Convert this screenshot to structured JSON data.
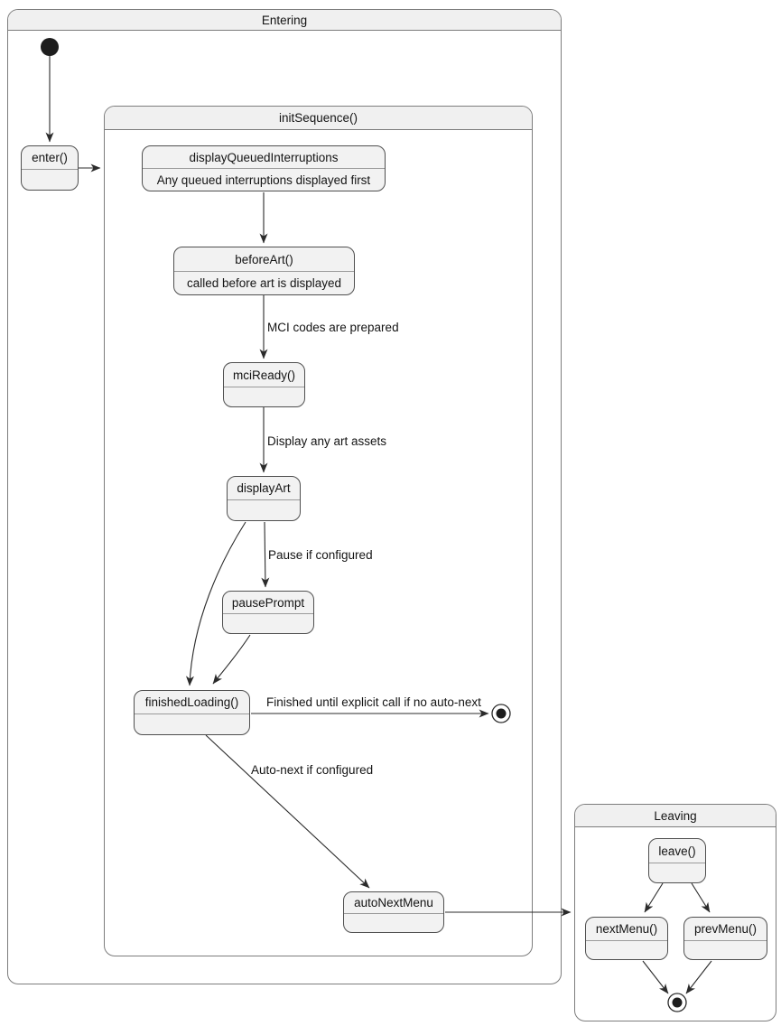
{
  "diagram_type": "uml-state-diagram",
  "containers": {
    "entering": {
      "title": "Entering"
    },
    "init_sequence": {
      "title": "initSequence()"
    },
    "leaving": {
      "title": "Leaving"
    }
  },
  "states": {
    "enter": {
      "title": "enter()"
    },
    "display_queued_interruptions": {
      "title": "displayQueuedInterruptions",
      "description": "Any queued interruptions displayed first"
    },
    "before_art": {
      "title": "beforeArt()",
      "description": "called before art is displayed"
    },
    "mci_ready": {
      "title": "mciReady()"
    },
    "display_art": {
      "title": "displayArt"
    },
    "pause_prompt": {
      "title": "pausePrompt"
    },
    "finished_loading": {
      "title": "finishedLoading()"
    },
    "auto_next_menu": {
      "title": "autoNextMenu"
    },
    "leave": {
      "title": "leave()"
    },
    "next_menu": {
      "title": "nextMenu()"
    },
    "prev_menu": {
      "title": "prevMenu()"
    }
  },
  "edge_labels": {
    "mci_codes": "MCI codes are prepared",
    "display_assets": "Display any art assets",
    "pause_if_configured": "Pause if configured",
    "finished_until": "Finished until explicit call if no auto-next",
    "auto_next": "Auto-next if configured"
  },
  "colors": {
    "state_fill": "#f2f2f2",
    "state_border": "#4f4f4f",
    "container_border": "#7d7d7d",
    "container_header": "#f0f0f0",
    "arrow": "#2b2b2b",
    "text": "#141414"
  }
}
